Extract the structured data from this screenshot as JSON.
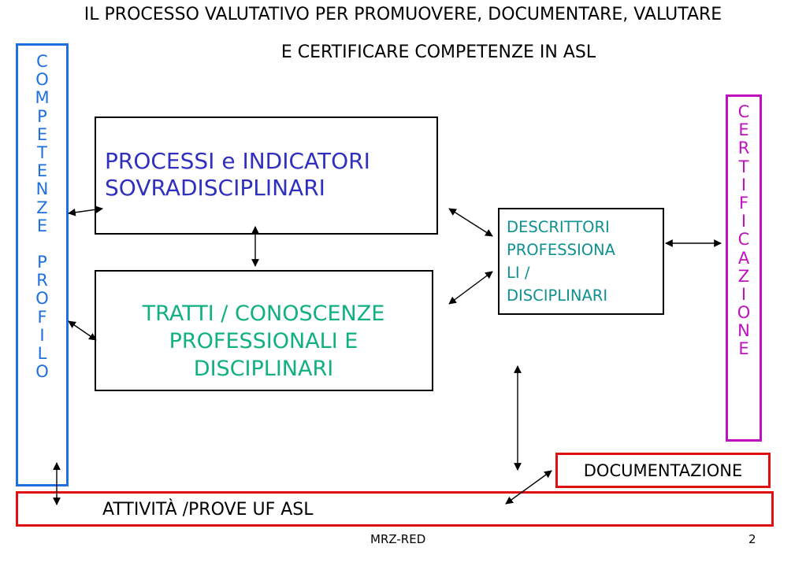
{
  "title": {
    "line1": "IL PROCESSO VALUTATIVO PER PROMUOVERE, DOCUMENTARE, VALUTARE",
    "line2": "E CERTIFICARE COMPETENZE IN ASL"
  },
  "colors": {
    "competenze_border": "#1e6fe0",
    "competenze_text": "#1e6fe0",
    "certificazione_border": "#c010c0",
    "certificazione_text": "#c010c0",
    "processi_text": "#3030c0",
    "tratti_text": "#10b080",
    "descrittori_text": "#109090",
    "red_border": "#e01010"
  },
  "competenze_profilo": {
    "letters": [
      "C",
      "O",
      "M",
      "P",
      "E",
      "T",
      "E",
      "N",
      "Z",
      "E",
      " ",
      "P",
      "R",
      "O",
      "F",
      "I",
      "L",
      "O"
    ]
  },
  "certificazione": {
    "letters": [
      "C",
      "E",
      "R",
      "T",
      "I",
      "F",
      "I",
      "C",
      "A",
      "Z",
      "I",
      "O",
      "N",
      "E"
    ]
  },
  "processi": {
    "text": "PROCESSI e INDICATORI\nSOVRADISCIPLINARI"
  },
  "tratti": {
    "text": "TRATTI / CONOSCENZE\nPROFESSIONALI E\nDISCIPLINARI"
  },
  "descrittori": {
    "text": "DESCRITTORI\nPROFESSIONA\nLI /\nDISCIPLINARI"
  },
  "documentazione": {
    "text": "DOCUMENTAZIONE"
  },
  "attivita": {
    "text": "ATTIVITÀ /PROVE UF ASL"
  },
  "footer": {
    "center": "MRZ-RED",
    "page": "2"
  }
}
